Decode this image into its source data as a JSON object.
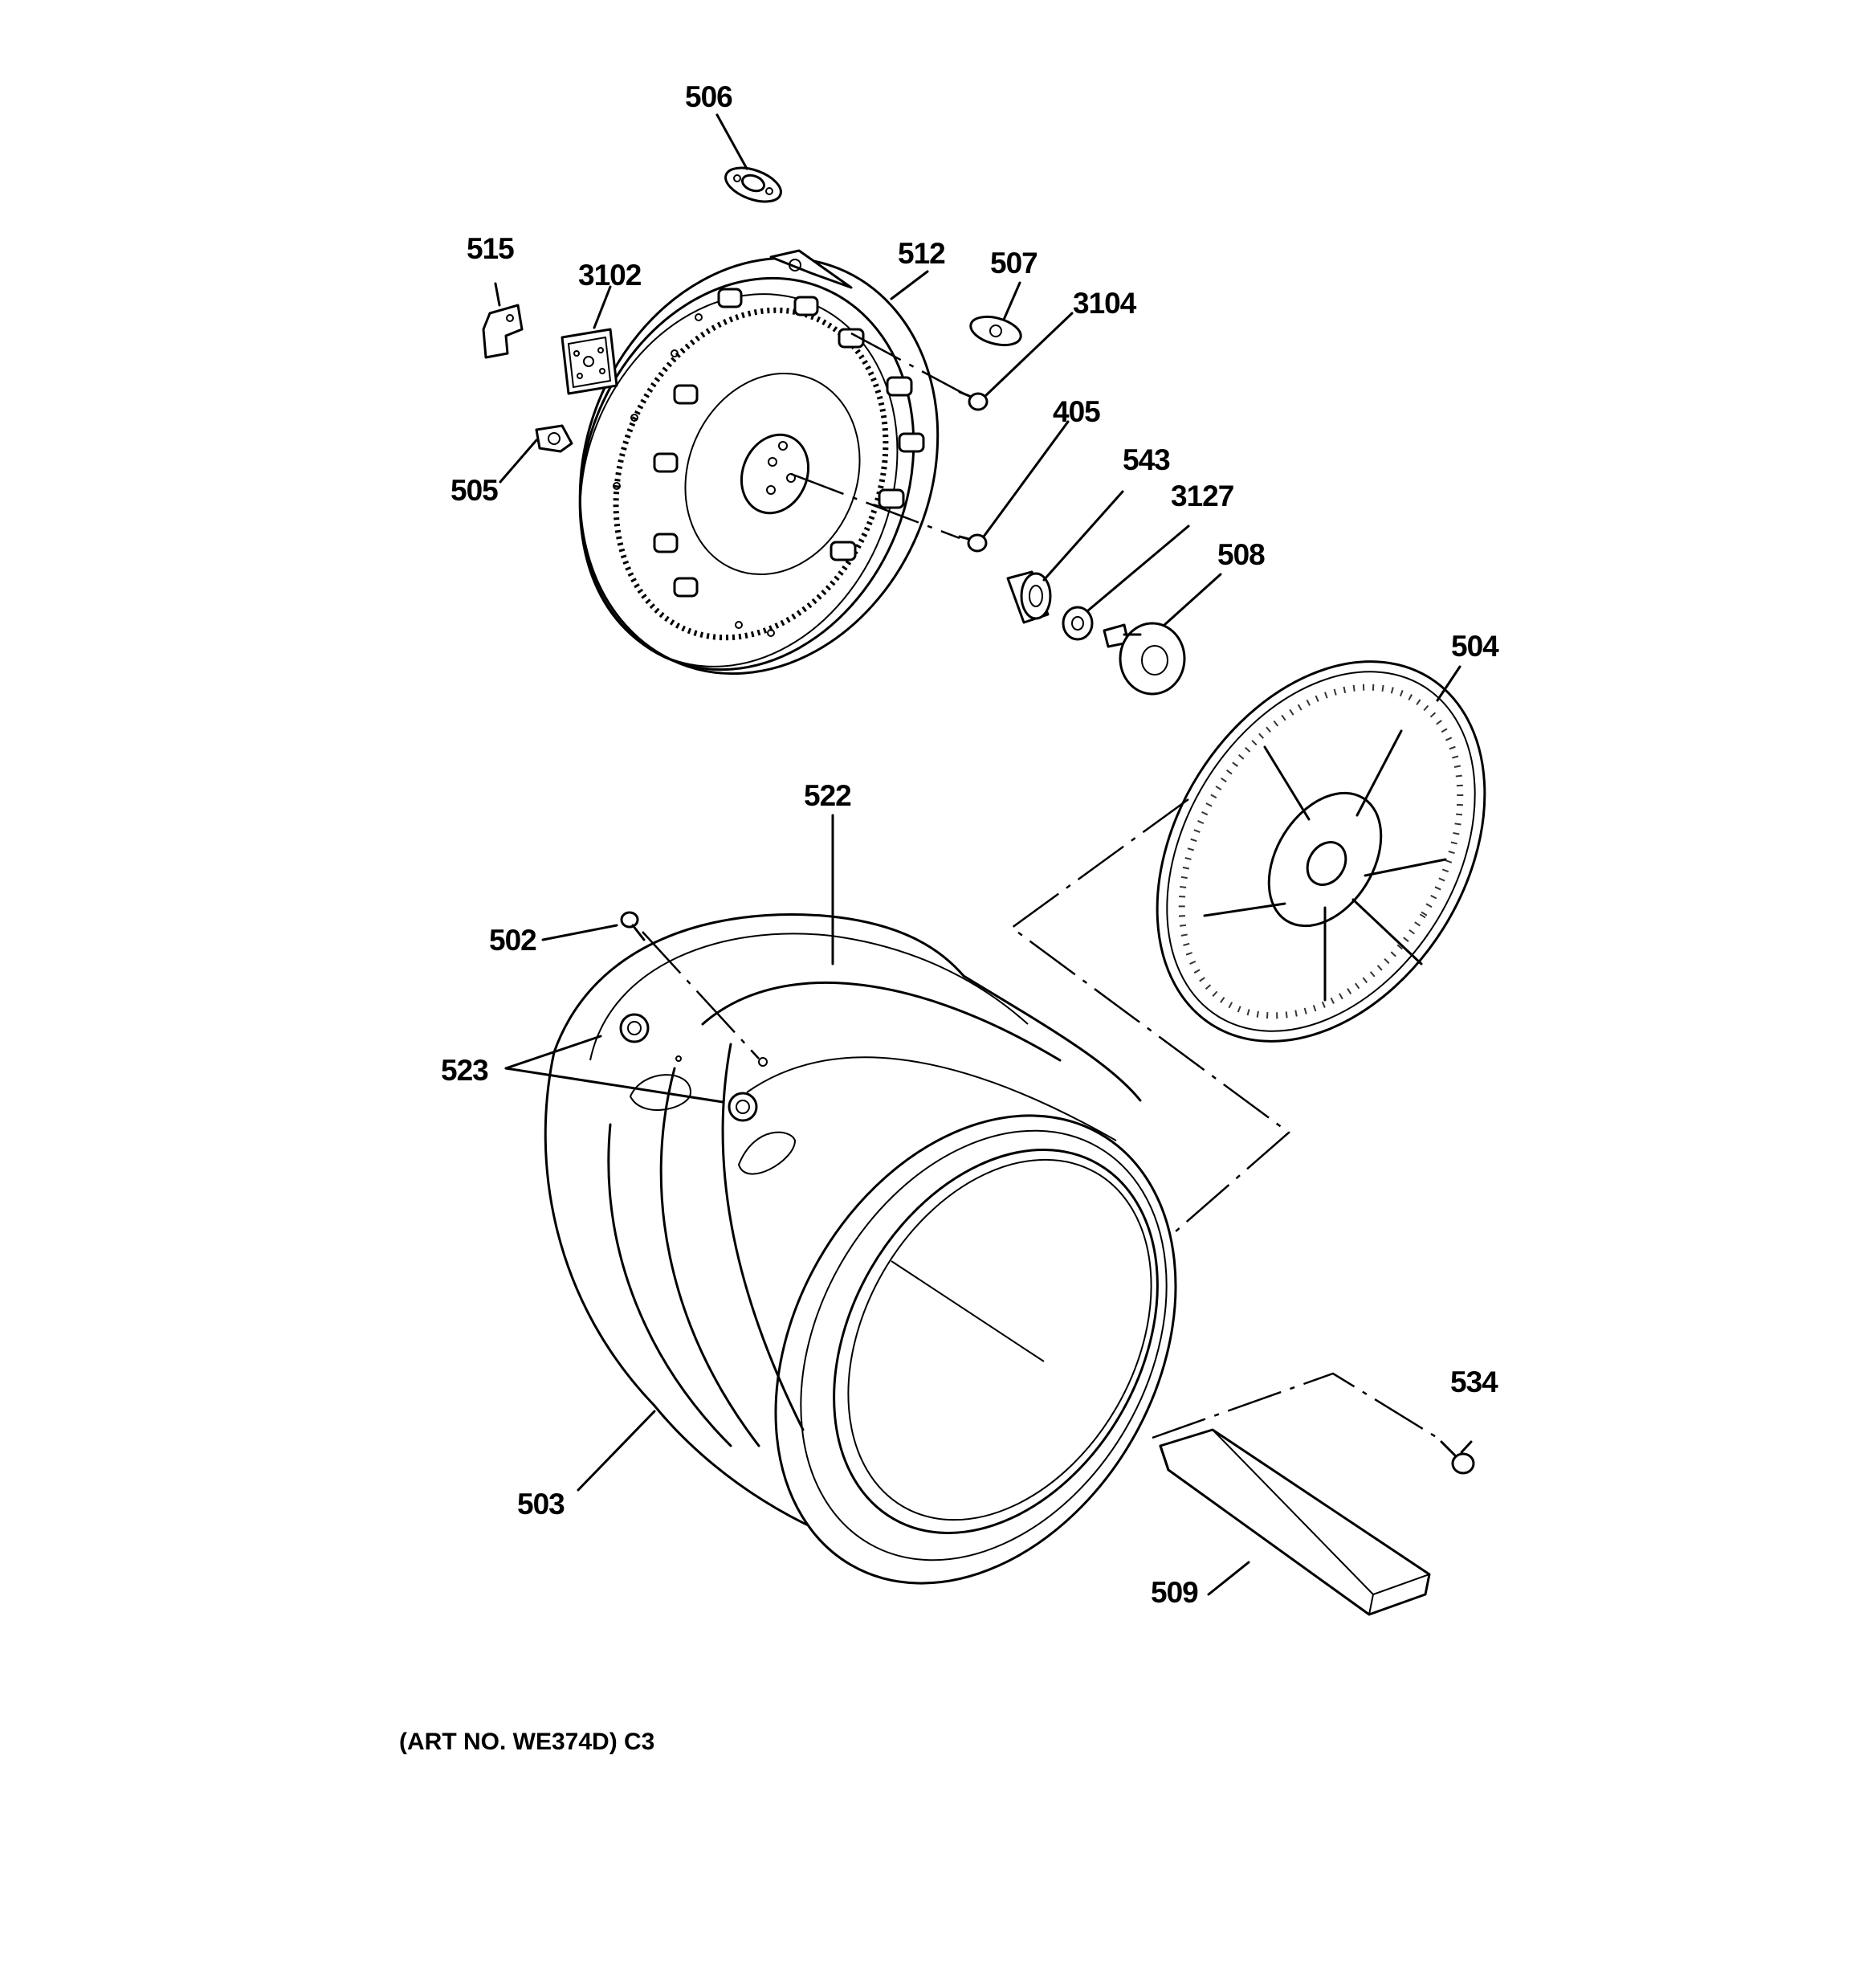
{
  "callouts": {
    "p506": "506",
    "p515": "515",
    "p3102": "3102",
    "p512": "512",
    "p507": "507",
    "p3104": "3104",
    "p405": "405",
    "p505": "505",
    "p543": "543",
    "p3127": "3127",
    "p508": "508",
    "p504": "504",
    "p522": "522",
    "p502": "502",
    "p523": "523",
    "p503": "503",
    "p534": "534",
    "p509": "509"
  },
  "caption": "(ART NO. WE374D) C3"
}
